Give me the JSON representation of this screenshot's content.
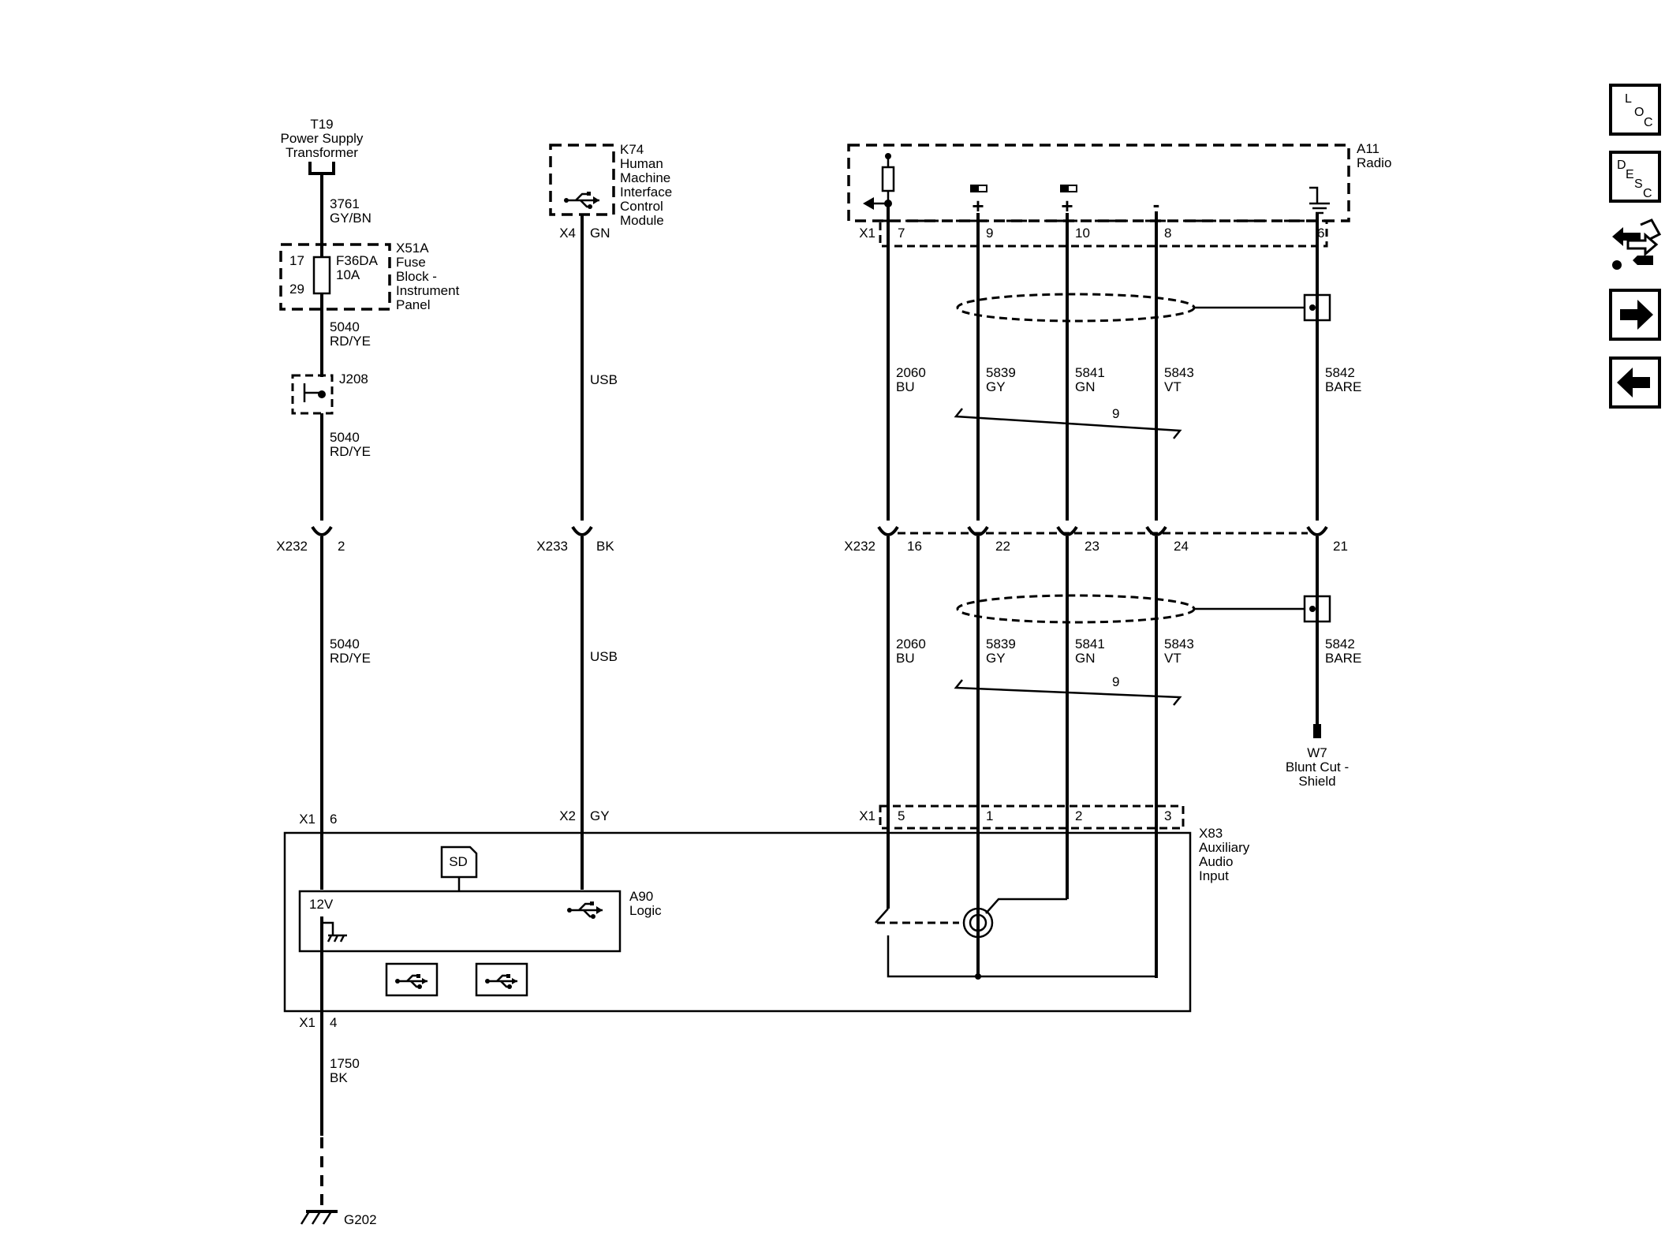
{
  "components": {
    "t19": {
      "ref": "T19",
      "name": [
        "Power Supply",
        "Transformer"
      ]
    },
    "k74": {
      "ref": "K74",
      "name": [
        "Human",
        "Machine",
        "Interface",
        "Control",
        "Module"
      ]
    },
    "a11": {
      "ref": "A11",
      "name": "Radio"
    },
    "x51a": {
      "ref": "X51A",
      "name": [
        "Fuse",
        "Block -",
        "Instrument",
        "Panel"
      ],
      "pin_in": "17",
      "pin_out": "29",
      "fuse": "F36DA",
      "rating": "10A"
    },
    "j208": {
      "ref": "J208"
    },
    "w7": {
      "ref": "W7",
      "name": [
        "Blunt Cut -",
        "Shield"
      ]
    },
    "x83": {
      "ref": "X83",
      "name": [
        "Auxiliary",
        "Audio",
        "Input"
      ]
    },
    "a90": {
      "ref": "A90",
      "name": "Logic",
      "supply": "12V",
      "sd": "SD"
    },
    "g202": {
      "ref": "G202"
    }
  },
  "connectors": {
    "x232": "X232",
    "x233": "X233",
    "x1": "X1",
    "x2": "X2",
    "x4": "X4"
  },
  "pins": {
    "a11": [
      "7",
      "9",
      "10",
      "8",
      "6"
    ],
    "x232_power": "2",
    "x233": "BK",
    "x232_audio": [
      "16",
      "22",
      "23",
      "24",
      "21"
    ],
    "x83_audio": [
      "5",
      "1",
      "2",
      "3"
    ],
    "x1_power": "6",
    "x2_usb": "GY",
    "x4_usb": "GN",
    "x1_ground": "4"
  },
  "wires": {
    "w3761": {
      "circuit": "3761",
      "color": "GY/BN"
    },
    "w5040": {
      "circuit": "5040",
      "color": "RD/YE"
    },
    "w1750": {
      "circuit": "1750",
      "color": "BK"
    },
    "usb": "USB",
    "w2060": {
      "circuit": "2060",
      "color": "BU"
    },
    "w5839": {
      "circuit": "5839",
      "color": "GY"
    },
    "w5841": {
      "circuit": "5841",
      "color": "GN"
    },
    "w5843": {
      "circuit": "5843",
      "color": "VT"
    },
    "w5842": {
      "circuit": "5842",
      "color": "BARE"
    },
    "twist": "9"
  },
  "polarity": {
    "plus": "+",
    "minus": "-"
  },
  "nav": {
    "loc": [
      "L",
      "O",
      "C"
    ],
    "desc": [
      "D",
      "E",
      "S",
      "C"
    ]
  }
}
